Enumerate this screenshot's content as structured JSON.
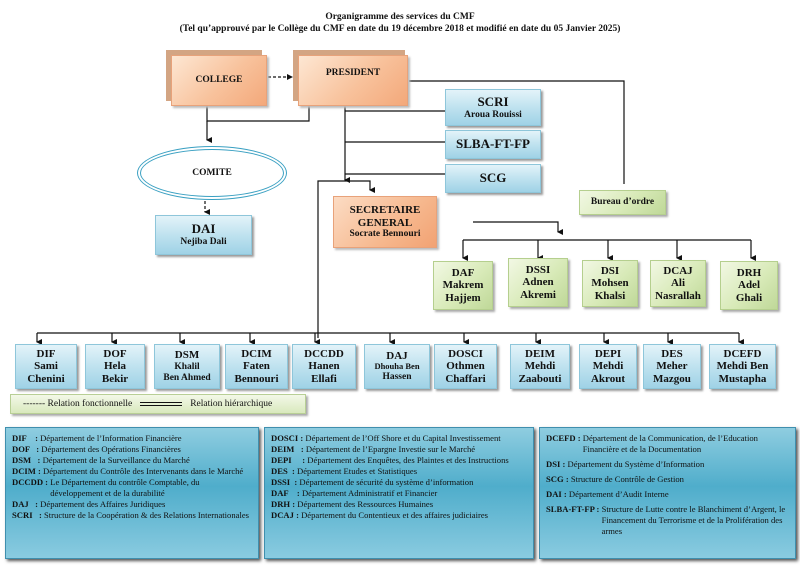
{
  "header": {
    "title": "Organigramme des services du CMF",
    "subtitle": "(Tel qu’approuvé par le Collège du CMF en date du 19 décembre 2018 et modifié en date du 05 Janvier 2025)"
  },
  "colors": {
    "governance": "#f8c29c",
    "structures": "#bfe2ef",
    "secretariat_departments": "#d8eab8",
    "comite_border": "#3aa0c2",
    "legend_panel": "#4fadcb"
  },
  "governance": {
    "college": "COLLEGE",
    "president": "PRESIDENT",
    "comite": "COMITE",
    "secretaire_general": {
      "title_line1": "SECRETAIRE",
      "title_line2": "GENERAL",
      "name": "Socrate Bennouri"
    },
    "bureau_ordre": "Bureau d’ordre"
  },
  "structures": [
    {
      "code": "SCRI",
      "name": "Aroua Rouissi"
    },
    {
      "code": "SLBA-FT-FP",
      "name": ""
    },
    {
      "code": "SCG",
      "name": ""
    }
  ],
  "audit": {
    "code": "DAI",
    "name": "Nejiba Dali"
  },
  "secretariat_departments": [
    {
      "code": "DAF",
      "line1": "Makrem",
      "line2": "Hajjem"
    },
    {
      "code": "DSSI",
      "line1": "Adnen",
      "line2": "Akremi"
    },
    {
      "code": "DSI",
      "line1": "Mohsen",
      "line2": "Khalsi"
    },
    {
      "code": "DCAJ",
      "line1": "Ali",
      "line2": "Nasrallah"
    },
    {
      "code": "DRH",
      "line1": "Adel",
      "line2": "Ghali"
    }
  ],
  "departments": [
    {
      "code": "DIF",
      "line1": "Sami",
      "line2": "Chenini"
    },
    {
      "code": "DOF",
      "line1": "Hela",
      "line2": "Bekir"
    },
    {
      "code": "DSM",
      "line1": "Khalil",
      "line2": "Ben Ahmed"
    },
    {
      "code": "DCIM",
      "line1": "Faten",
      "line2": "Bennouri"
    },
    {
      "code": "DCCDD",
      "line1": "Hanen",
      "line2": "Ellafi"
    },
    {
      "code": "DAJ",
      "line1": "Dhouha Ben",
      "line2": "Hassen"
    },
    {
      "code": "DOSCI",
      "line1": "Othmen",
      "line2": "Chaffari"
    },
    {
      "code": "DEIM",
      "line1": "Mehdi",
      "line2": "Zaabouti"
    },
    {
      "code": "DEPI",
      "line1": "Mehdi",
      "line2": "Akrout"
    },
    {
      "code": "DES",
      "line1": "Meher",
      "line2": "Mazgou"
    },
    {
      "code": "DCEFD",
      "line1": "Mehdi Ben",
      "line2": "Mustapha"
    }
  ],
  "legend": {
    "functional": "------- Relation fonctionnelle",
    "hierarchical": "Relation hiérarchique"
  },
  "glossary": {
    "panel1": [
      {
        "abbr": "DIF    : ",
        "def": "Département de l’Information Financière"
      },
      {
        "abbr": "DOF   : ",
        "def": "Département des Opérations Financières"
      },
      {
        "abbr": "DSM   : ",
        "def": "Département de la Surveillance du Marché"
      },
      {
        "abbr": "DCIM : ",
        "def": "Département du Contrôle des Intervenants dans le Marché"
      },
      {
        "abbr": "DCCDD : ",
        "def": "Le Département du contrôle Comptable, du développement et de la durabilité"
      },
      {
        "abbr": "DAJ   : ",
        "def": "Département des Affaires Juridiques"
      },
      {
        "abbr": "SCRI   : ",
        "def": "Structure de la Coopération & des Relations Internationales"
      }
    ],
    "panel2": [
      {
        "abbr": "DOSCI : ",
        "def": "Département de l’Off Shore et du Capital Investissement"
      },
      {
        "abbr": "DEIM   : ",
        "def": "Département de l’Epargne Investie sur le Marché"
      },
      {
        "abbr": "DEPI     : ",
        "def": "Département des Enquêtes, des Plaintes et des Instructions"
      },
      {
        "abbr": "DES  : ",
        "def": "Département Etudes et Statistiques"
      },
      {
        "abbr": "DSSI  : ",
        "def": "Département de sécurité du système d’information"
      },
      {
        "abbr": "DAF    : ",
        "def": "Département Administratif et Financier"
      },
      {
        "abbr": "DRH : ",
        "def": "Département des Ressources Humaines"
      },
      {
        "abbr": "DCAJ : ",
        "def": "Département du Contentieux et des affaires judiciaires"
      }
    ],
    "panel3": [
      {
        "abbr": "DCEFD : ",
        "def": "Département de la Communication, de l’Education Financière et de la Documentation"
      },
      {
        "abbr": "DSI : ",
        "def": "Département du Système d’Information"
      },
      {
        "abbr": "SCG : ",
        "def": "Structure de Contrôle de Gestion"
      },
      {
        "abbr": "DAI : ",
        "def": "Département d’Audit Interne"
      },
      {
        "abbr": "SLBA-FT-FP : ",
        "def": "Structure de Lutte contre le Blanchiment d’Argent, le Financement du Terrorisme et de la  Prolifération des armes"
      }
    ]
  }
}
